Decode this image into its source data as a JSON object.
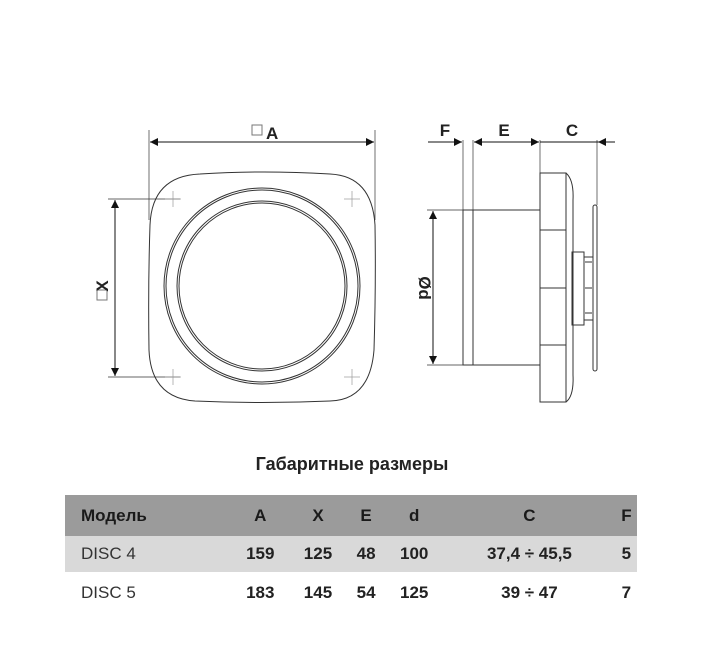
{
  "drawing": {
    "front_labels": {
      "a": "A",
      "x": "X"
    },
    "side_labels": {
      "f": "F",
      "e": "E",
      "c": "C",
      "d": "Ød"
    }
  },
  "table": {
    "title": "Габаритные размеры",
    "headers": [
      "Модель",
      "A",
      "X",
      "E",
      "d",
      "C",
      "F"
    ],
    "rows": [
      [
        "DISC 4",
        "159",
        "125",
        "48",
        "100",
        "37,4 ÷ 45,5",
        "5"
      ],
      [
        "DISC 5",
        "183",
        "145",
        "54",
        "125",
        "39 ÷ 47",
        "7"
      ]
    ]
  }
}
